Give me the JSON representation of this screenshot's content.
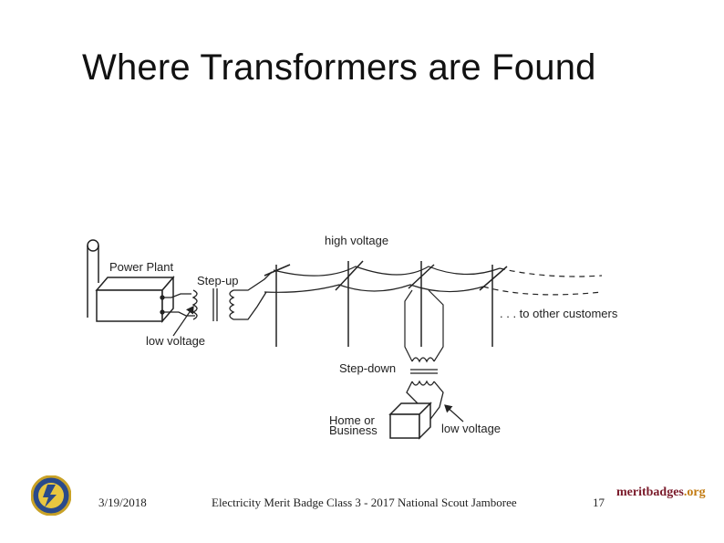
{
  "slide": {
    "title": "Where Transformers are Found"
  },
  "diagram": {
    "labels": {
      "high_voltage": "high voltage",
      "power_plant": "Power Plant",
      "step_up": "Step-up",
      "other_customers": ". . . to other customers",
      "low_voltage_plant": "low voltage",
      "step_down": "Step-down",
      "home_line1": "Home or",
      "home_line2": "Business",
      "low_voltage_home": "low voltage"
    }
  },
  "footer": {
    "date": "3/19/2018",
    "text": "Electricity Merit Badge Class 3 - 2017 National Scout Jamboree",
    "page": "17"
  },
  "logo": {
    "main": "meritbadges",
    "suffix": ".org"
  },
  "icons": {
    "badge": "electricity-merit-badge-icon",
    "site": "meritbadges-logo-icon"
  }
}
